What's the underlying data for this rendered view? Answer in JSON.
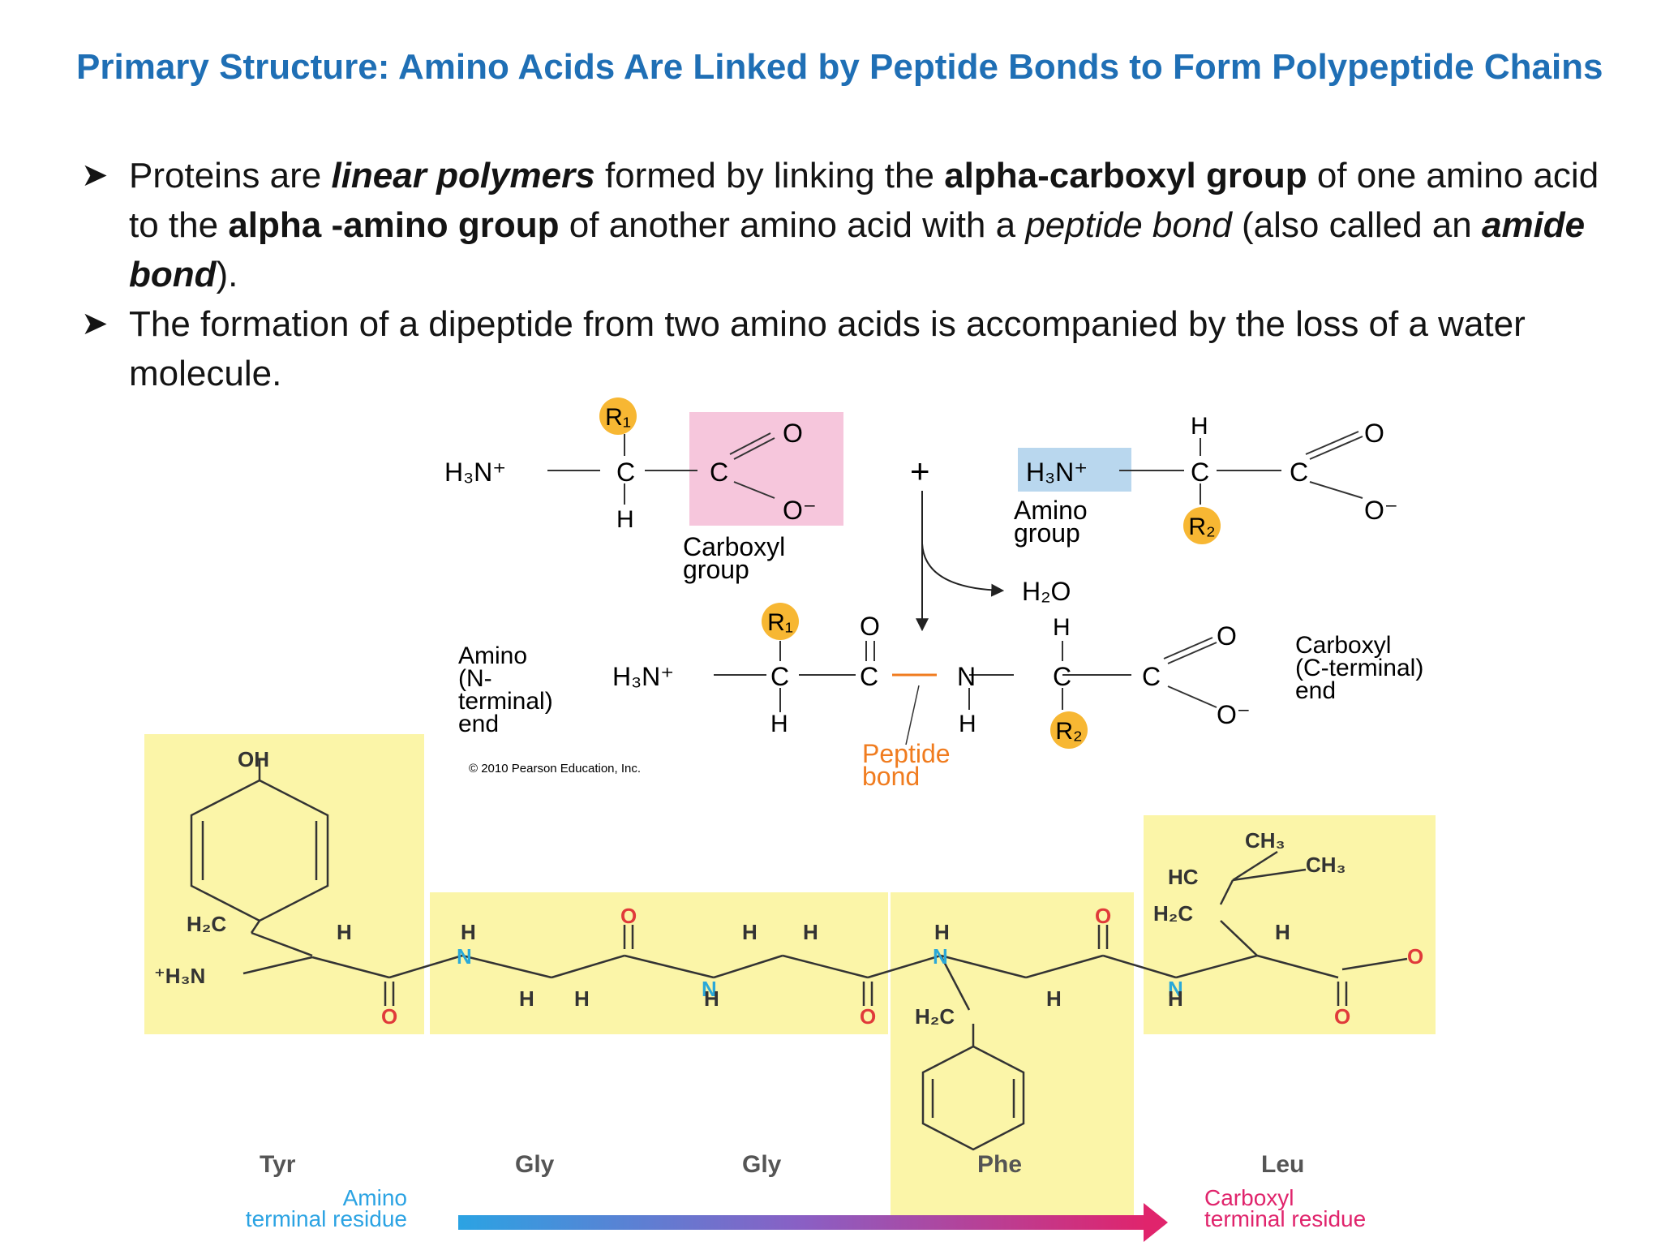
{
  "title": "Primary Structure: Amino Acids Are Linked by Peptide Bonds to Form Polypeptide Chains",
  "bullets": [
    {
      "p1": "Proteins are ",
      "b1": "linear polymers",
      "p2": " formed by linking the ",
      "b2": "alpha-carboxyl group",
      "p3": " of one amino acid to the ",
      "b3": "alpha -amino group",
      "p4": " of another amino acid with a ",
      "i1": "peptide bond",
      "p5": " (also called an ",
      "b4": "amide bond",
      "p6": ")."
    },
    {
      "text": "The formation of a dipeptide from two amino acids is accompanied by the loss of a water molecule."
    }
  ],
  "reaction": {
    "r1": "R₁",
    "r2": "R₂",
    "h3n": "H₃N⁺",
    "c": "C",
    "o": "O",
    "ominus": "O⁻",
    "h": "H",
    "n": "N",
    "plus": "+",
    "carboxyl_group": [
      "Carboxyl",
      "group"
    ],
    "amino_group": [
      "Amino",
      "group"
    ],
    "water": "H₂O",
    "amino_end": [
      "Amino",
      "(N-",
      "terminal)",
      "end"
    ],
    "carboxyl_end": [
      "Carboxyl",
      "(C-terminal)",
      "end"
    ],
    "peptide_bond": [
      "Peptide",
      "bond"
    ],
    "copyright": "© 2010 Pearson Education, Inc."
  },
  "peptide": {
    "residues": [
      "Tyr",
      "Gly",
      "Gly",
      "Phe",
      "Leu"
    ],
    "oh": "OH",
    "h2c": "H₂C",
    "h3n_plus": "⁺H₃N",
    "hc": "HC",
    "ch3": "CH₃",
    "amino_terminal": [
      "Amino",
      "terminal residue"
    ],
    "carboxyl_terminal": [
      "Carboxyl",
      "terminal residue"
    ]
  },
  "colors": {
    "title": "#1f6fb5",
    "highlight_yellow": "#fbf5a8",
    "carboxyl_pink": "#f6c6dc",
    "amino_blue": "#b9d7ee",
    "r_orange": "#f7b733",
    "peptide_orange": "#f07c1f",
    "nitrogen": "#2aa8d8",
    "oxygen": "#e03a3a",
    "arrow_start": "#2ba3e3",
    "arrow_end": "#e0246c"
  }
}
